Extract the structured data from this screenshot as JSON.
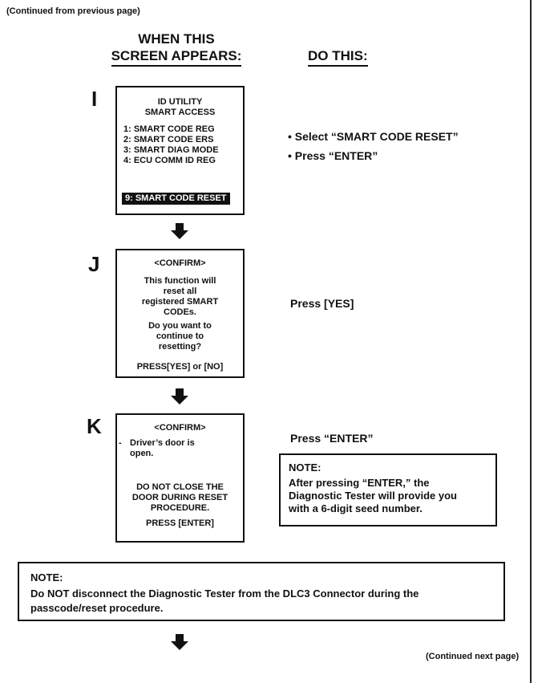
{
  "continued_from": "(Continued from previous page)",
  "continued_next": "(Continued next page)",
  "headers": {
    "when_line1": "WHEN THIS",
    "when_line2": "SCREEN APPEARS:",
    "do_this": "DO THIS:"
  },
  "steps": [
    {
      "letter": "I",
      "screen": {
        "title1": "ID UTILITY",
        "title2": "SMART ACCESS",
        "items": [
          "1:  SMART CODE REG",
          "2:  SMART CODE ERS",
          "3:  SMART DIAG MODE",
          "4:  ECU COMM ID REG"
        ],
        "highlight": "9:  SMART CODE RESET"
      },
      "instructions": [
        "Select “SMART CODE RESET”",
        "Press “ENTER”"
      ]
    },
    {
      "letter": "J",
      "screen": {
        "title": "<CONFIRM>",
        "line1": "This function will",
        "line2": "reset all",
        "line3": "registered SMART",
        "line4": "CODEs.",
        "line5": "Do you want to",
        "line6": "continue to",
        "line7": "resetting?",
        "prompt": "PRESS[YES] or [NO]"
      },
      "instruction": "Press [YES]"
    },
    {
      "letter": "K",
      "screen": {
        "title": "<CONFIRM>",
        "dash": "-",
        "line1": "Driver’s door is",
        "line2": "open.",
        "line3": "DO NOT CLOSE THE",
        "line4": "DOOR DURING RESET",
        "line5": "PROCEDURE.",
        "prompt": "PRESS [ENTER]"
      },
      "instruction": "Press “ENTER”",
      "note": {
        "title": "NOTE:",
        "line1": "After pressing “ENTER,” the",
        "line2": "Diagnostic Tester will provide you",
        "line3": "with a 6-digit seed number."
      }
    }
  ],
  "bottom_note": {
    "title": "NOTE:",
    "line1": "Do NOT disconnect the Diagnostic Tester from the DLC3 Connector during the",
    "line2": "passcode/reset procedure."
  }
}
